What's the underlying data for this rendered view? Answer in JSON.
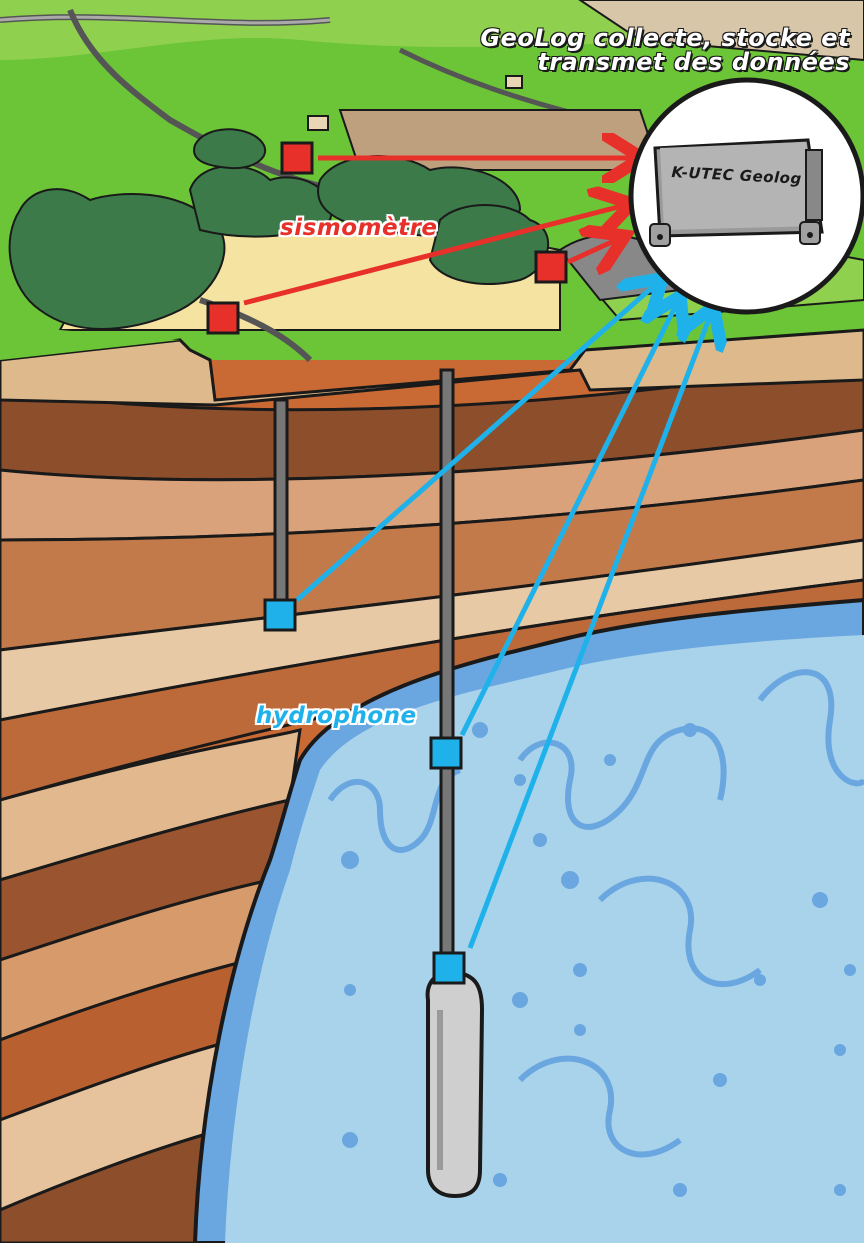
{
  "caption": {
    "line1": "GeoLog collecte, stocke et",
    "line2": "transmet des données"
  },
  "device": {
    "label": "K-UTEC Geolog"
  },
  "labels": {
    "seismometer": "sismomètre",
    "hydrophone": "hydrophone"
  },
  "colors": {
    "seismometer": "#e8302a",
    "hydrophone": "#1fb2ea",
    "grass": "#6cc437",
    "forest": "#3c7a4a",
    "field": "#f4e3a1",
    "brine": "#a9d3ea",
    "brine_edge": "#6aa7e0"
  }
}
